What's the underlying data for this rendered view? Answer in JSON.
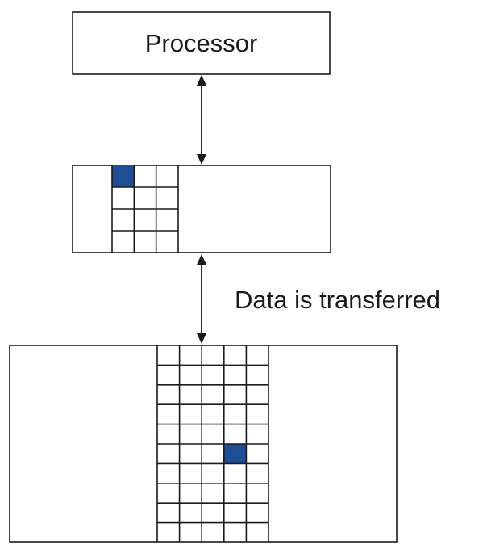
{
  "processor": {
    "label": "Processor"
  },
  "transfer": {
    "label": "Data is transferred"
  },
  "colors": {
    "highlight": "#1f4e96",
    "stroke": "#1a1a1a",
    "background": "#ffffff"
  },
  "cache": {
    "rows": 4,
    "cols": 3,
    "highlight_cell": {
      "row": 0,
      "col": 0
    }
  },
  "memory": {
    "rows": 10,
    "cols": 5,
    "highlight_cell": {
      "row": 5,
      "col": 3
    }
  }
}
